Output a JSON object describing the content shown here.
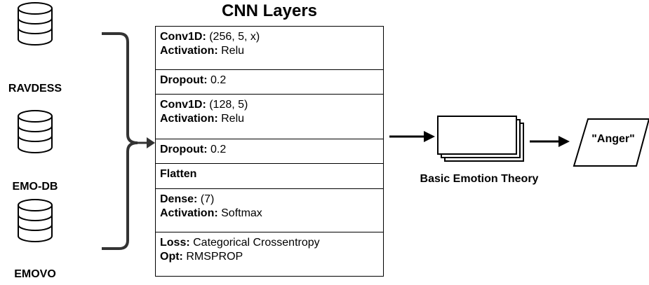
{
  "title": "CNN Layers",
  "datasets": [
    {
      "label": "RAVDESS"
    },
    {
      "label": "EMO-DB"
    },
    {
      "label": "EMOVO"
    }
  ],
  "layers": [
    {
      "lines": [
        {
          "key": "Conv1D:",
          "value": " (256, 5, x)"
        },
        {
          "key": "Activation:",
          "value": " Relu"
        }
      ]
    },
    {
      "lines": [
        {
          "key": "Dropout:",
          "value": " 0.2"
        }
      ]
    },
    {
      "lines": [
        {
          "key": "Conv1D:",
          "value": " (128, 5)"
        },
        {
          "key": "Activation:",
          "value": " Relu"
        }
      ]
    },
    {
      "lines": [
        {
          "key": "Dropout:",
          "value": " 0.2"
        }
      ]
    },
    {
      "lines": [
        {
          "key": "Flatten",
          "value": ""
        }
      ]
    },
    {
      "lines": [
        {
          "key": "Dense:",
          "value": " (7)"
        },
        {
          "key": "Activation:",
          "value": " Softmax"
        }
      ]
    },
    {
      "lines": [
        {
          "key": "Loss:",
          "value": " Categorical Crossentropy"
        },
        {
          "key": "Opt:",
          "value": " RMSPROP"
        }
      ]
    }
  ],
  "theory_label": "Basic Emotion Theory",
  "output_label": "\"Anger\""
}
